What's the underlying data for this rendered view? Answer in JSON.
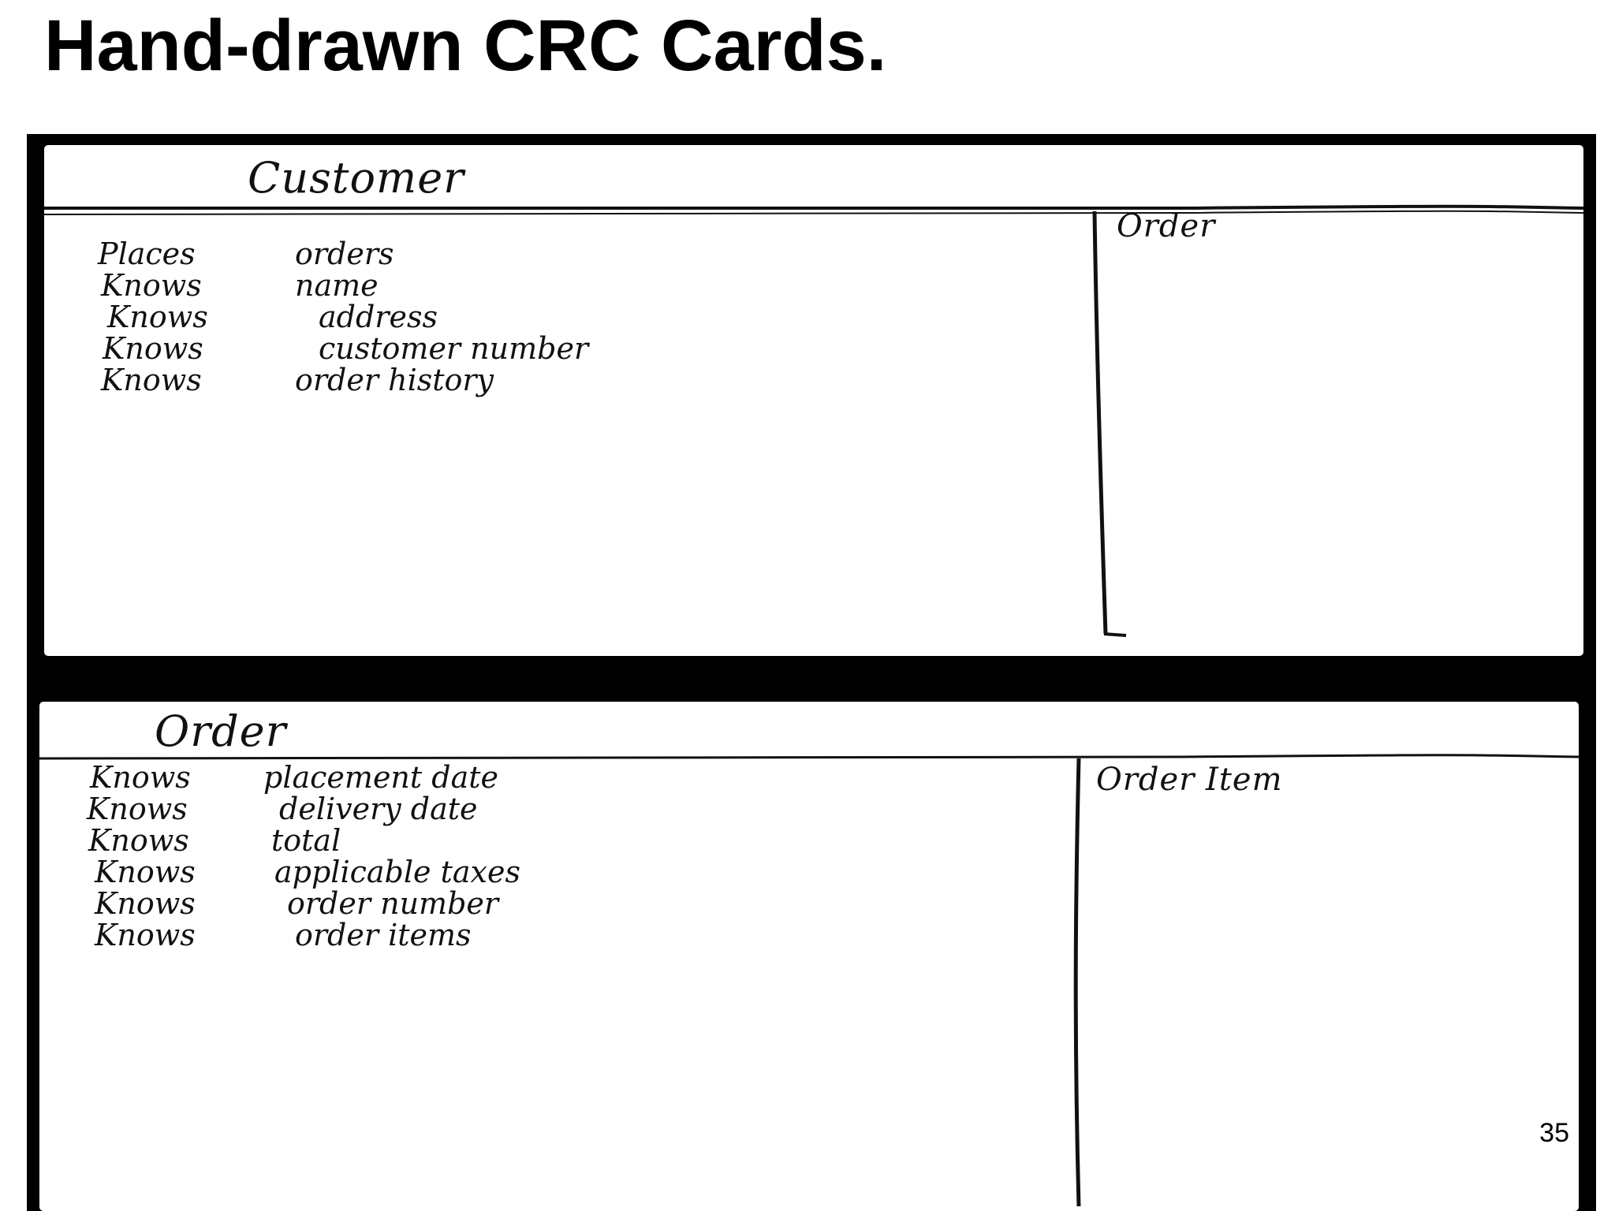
{
  "slide": {
    "title": "Hand-drawn CRC Cards.",
    "page_number": "35"
  },
  "cards": [
    {
      "class_name": "Customer",
      "responsibilities": [
        {
          "verb": "Places",
          "object": "orders"
        },
        {
          "verb": "Knows",
          "object": "name"
        },
        {
          "verb": "Knows",
          "object": "address"
        },
        {
          "verb": "Knows",
          "object": "customer number"
        },
        {
          "verb": "Knows",
          "object": "order history"
        }
      ],
      "collaborators": [
        "Order"
      ]
    },
    {
      "class_name": "Order",
      "responsibilities": [
        {
          "verb": "Knows",
          "object": "placement date"
        },
        {
          "verb": "Knows",
          "object": "delivery date"
        },
        {
          "verb": "Knows",
          "object": "total"
        },
        {
          "verb": "Knows",
          "object": "applicable taxes"
        },
        {
          "verb": "Knows",
          "object": "order number"
        },
        {
          "verb": "Knows",
          "object": "order items"
        }
      ],
      "collaborators": [
        "Order Item"
      ]
    }
  ]
}
